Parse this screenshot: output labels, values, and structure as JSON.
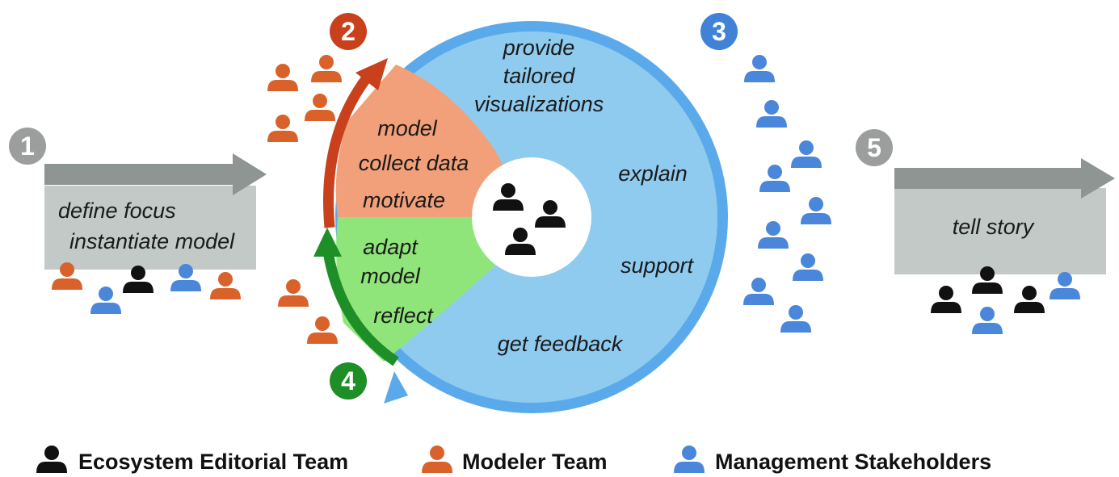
{
  "steps": {
    "step1": {
      "number": "1",
      "lines": [
        "define focus",
        "instantiate model"
      ]
    },
    "step2": {
      "number": "2",
      "lines": [
        "model",
        "collect data",
        "motivate"
      ]
    },
    "step3": {
      "number": "3",
      "lines": [
        "provide",
        "tailored",
        "visualizations",
        "explain",
        "support",
        "get feedback"
      ]
    },
    "step4": {
      "number": "4",
      "lines": [
        "adapt",
        "model",
        "reflect"
      ]
    },
    "step5": {
      "number": "5",
      "lines": [
        "tell story"
      ]
    }
  },
  "legend": {
    "editorial": "Ecosystem Editorial Team",
    "modeler": "Modeler Team",
    "management": "Management Stakeholders"
  },
  "colors": {
    "editorial": "#111111",
    "modeler": "#D9622B",
    "management": "#4A86D9",
    "step1_badge": "#9C9E9D",
    "step2_badge": "#C8401C",
    "step3_badge": "#3F82D6",
    "step4_badge": "#1E8E27",
    "step5_badge": "#9C9E9D",
    "circle_fill": "#8FCBEF",
    "circle_ring": "#5AAAEB",
    "wedge_orange": "#F2A07A",
    "wedge_green": "#8FE57A",
    "arrow_gray": "#8E9592",
    "box_gray": "#C2C9C6"
  },
  "icons": [
    "person-icon"
  ]
}
